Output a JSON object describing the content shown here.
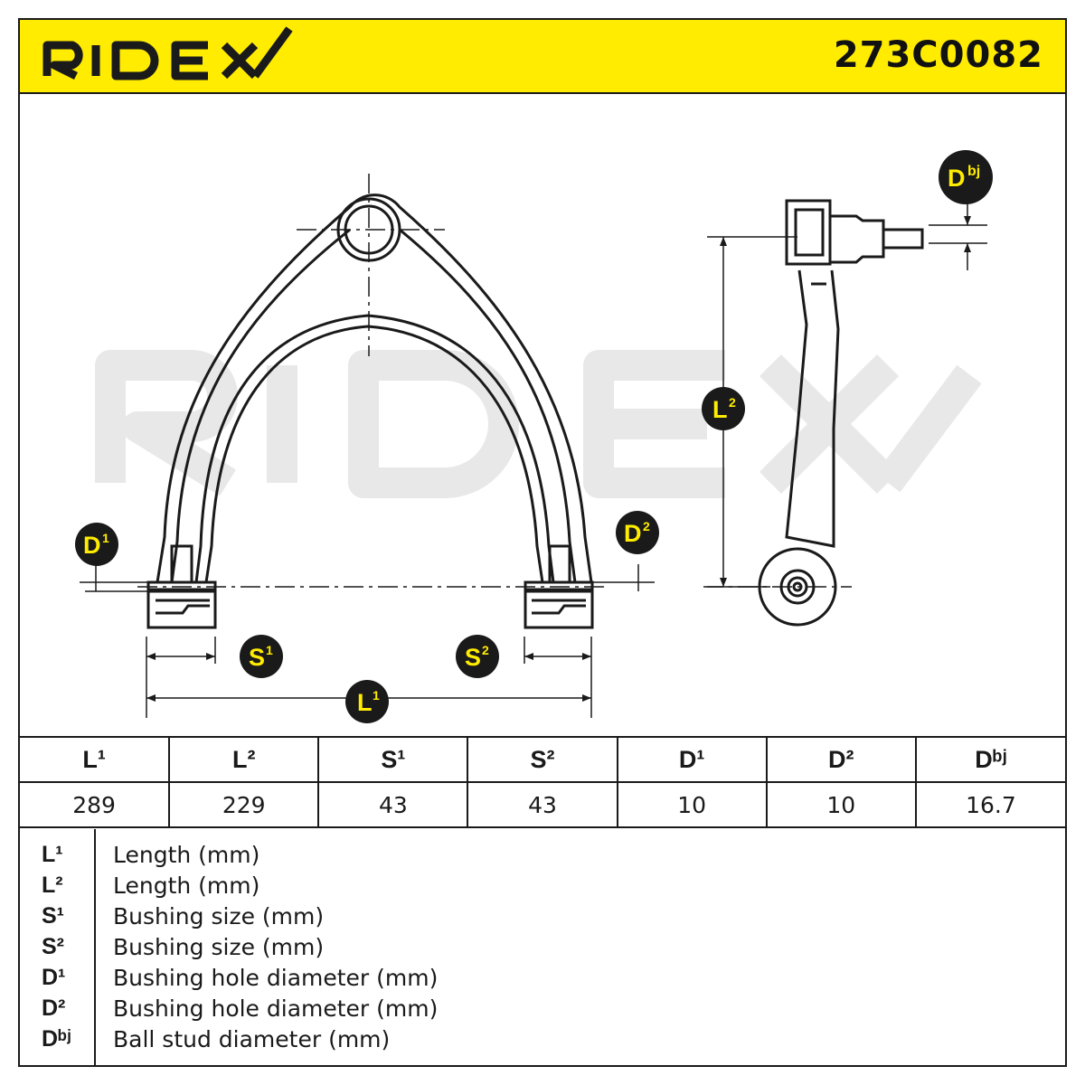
{
  "colors": {
    "accent": "#ffec00",
    "ink": "#1a1a1a",
    "watermark": "#e8e8e8"
  },
  "header": {
    "brand": "RIDEX",
    "part_number": "273C0082"
  },
  "watermark": {
    "text": "RIDEX"
  },
  "callouts": {
    "l1": {
      "base": "L",
      "sup": "1"
    },
    "l2": {
      "base": "L",
      "sup": "2"
    },
    "s1": {
      "base": "S",
      "sup": "1"
    },
    "s2": {
      "base": "S",
      "sup": "2"
    },
    "d1": {
      "base": "D",
      "sup": "1"
    },
    "d2": {
      "base": "D",
      "sup": "2"
    },
    "dbj": {
      "base": "D",
      "sup": "bj"
    }
  },
  "table": {
    "headers": [
      "L¹",
      "L²",
      "S¹",
      "S²",
      "D¹",
      "D²",
      "Dᵇʲ"
    ],
    "values": [
      "289",
      "229",
      "43",
      "43",
      "10",
      "10",
      "16.7"
    ]
  },
  "legend": [
    {
      "symbol": "L¹",
      "desc": "Length (mm)"
    },
    {
      "symbol": "L²",
      "desc": "Length (mm)"
    },
    {
      "symbol": "S¹",
      "desc": "Bushing size (mm)"
    },
    {
      "symbol": "S²",
      "desc": "Bushing size (mm)"
    },
    {
      "symbol": "D¹",
      "desc": "Bushing hole diameter (mm)"
    },
    {
      "symbol": "D²",
      "desc": "Bushing hole diameter (mm)"
    },
    {
      "symbol": "Dᵇʲ",
      "desc": "Ball stud diameter (mm)"
    }
  ]
}
